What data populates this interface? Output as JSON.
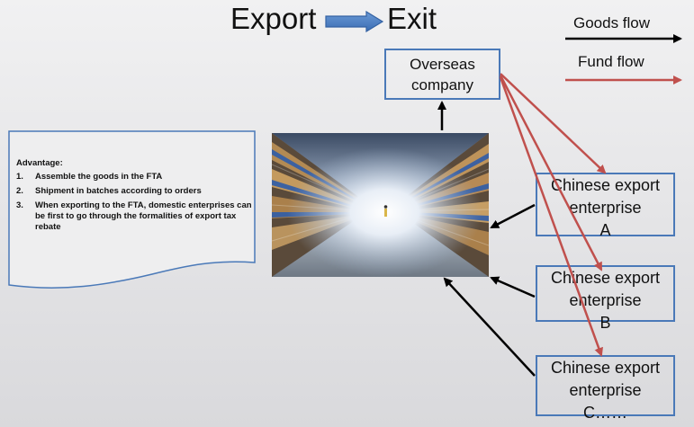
{
  "title": {
    "left": "Export",
    "right": "Exit"
  },
  "legend": {
    "goods": "Goods flow",
    "fund": "Fund flow"
  },
  "colors": {
    "goods_arrow": "#000000",
    "fund_arrow": "#c0504d",
    "box_border": "#4a79b8",
    "title_arrow": "#4a7fc0"
  },
  "overseas": {
    "line1": "Overseas",
    "line2": "company"
  },
  "enterprises": [
    {
      "line1": "Chinese export",
      "line2": "enterprise",
      "line3": "A"
    },
    {
      "line1": "Chinese export",
      "line2": "enterprise",
      "line3": "B"
    },
    {
      "line1": "Chinese export",
      "line2": "enterprise",
      "line3": "C……"
    }
  ],
  "advantage": {
    "heading": "Advantage:",
    "items": [
      {
        "num": "1.",
        "text": "Assemble the goods in the FTA"
      },
      {
        "num": "2.",
        "text": "Shipment in batches according to orders"
      },
      {
        "num": "3.",
        "text": "When exporting to the FTA, domestic enterprises can be first to go through the formalities of export tax rebate"
      }
    ]
  },
  "image": {
    "subject": "warehouse-aisle-photo"
  }
}
